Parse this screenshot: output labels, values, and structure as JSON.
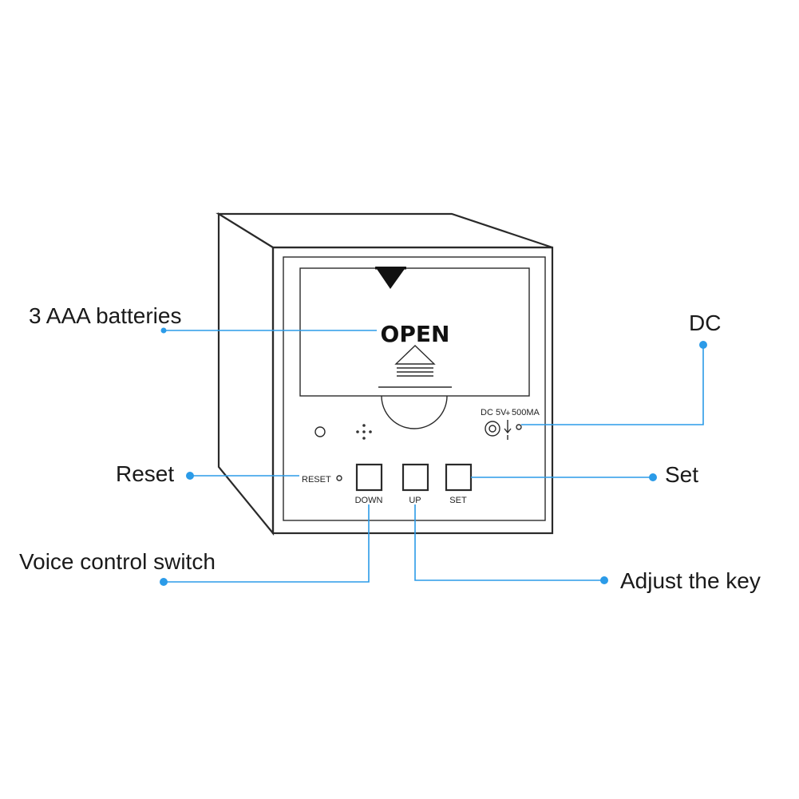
{
  "device": {
    "cover_label": "OPEN",
    "dc_label": "DC 5V",
    "dc_plus": "+",
    "dc_current": "500MA",
    "reset_label": "RESET",
    "buttons": [
      {
        "label": "DOWN"
      },
      {
        "label": "UP"
      },
      {
        "label": "SET"
      }
    ]
  },
  "callouts": {
    "batteries": "3 AAA batteries",
    "dc": "DC",
    "reset": "Reset",
    "set": "Set",
    "voice": "Voice control switch",
    "adjust": "Adjust the key"
  },
  "colors": {
    "leader": "#2b9be8",
    "outline": "#2a2a2a"
  }
}
